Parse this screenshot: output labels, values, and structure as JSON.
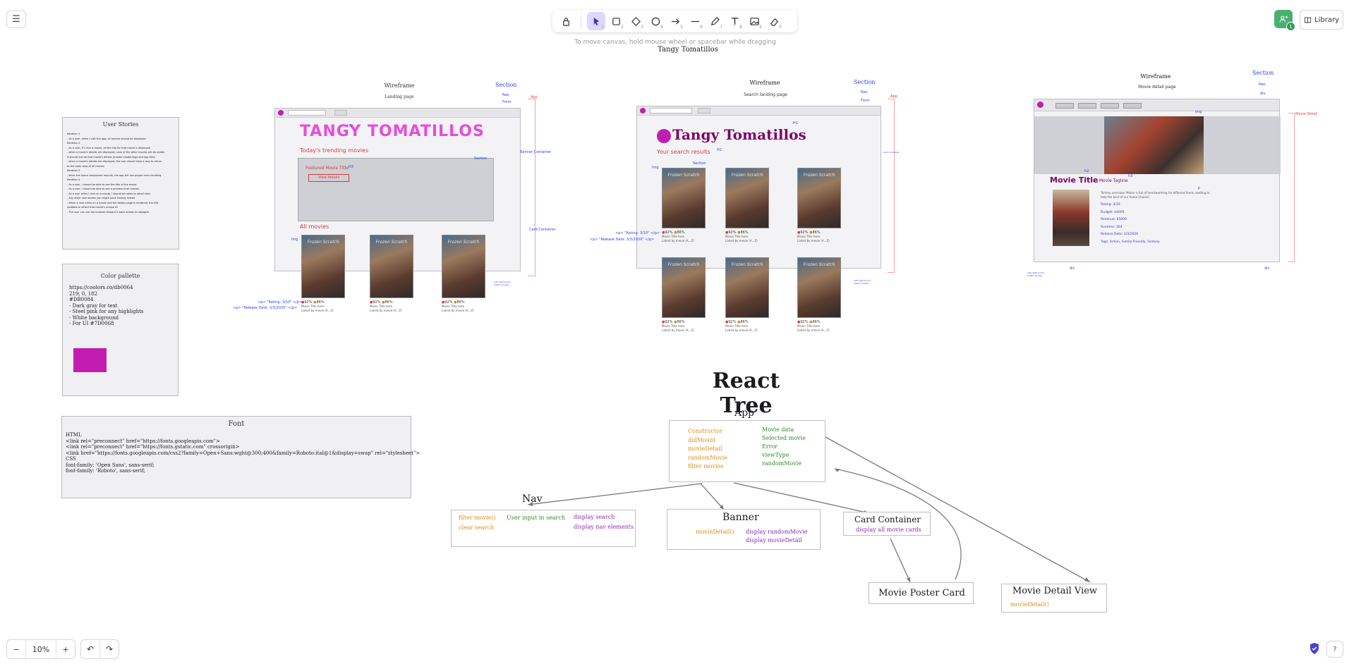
{
  "toolbar": {
    "tools": [
      {
        "icon": "lock-icon",
        "num": ""
      },
      {
        "icon": "selection-arrow-icon",
        "num": "1"
      },
      {
        "icon": "rectangle-icon",
        "num": "2"
      },
      {
        "icon": "diamond-icon",
        "num": "3"
      },
      {
        "icon": "ellipse-icon",
        "num": "4"
      },
      {
        "icon": "arrow-icon",
        "num": "5"
      },
      {
        "icon": "line-icon",
        "num": "6"
      },
      {
        "icon": "pencil-icon",
        "num": "7"
      },
      {
        "icon": "text-icon",
        "num": "8"
      },
      {
        "icon": "image-icon",
        "num": "9"
      },
      {
        "icon": "eraser-icon",
        "num": "0"
      }
    ],
    "hint": "To move canvas, hold mouse wheel or spacebar while dragging"
  },
  "header": {
    "library_label": "Library",
    "collaborators": "1"
  },
  "footer": {
    "zoom": "10%",
    "zoom_out": "−",
    "zoom_in": "+"
  },
  "canvas": {
    "board_title": "Tangy Tomatillos",
    "user_stories": {
      "title": "User Stories",
      "lines": [
        "Iteration 1",
        "- As a user, when I visit the app, all movies should be displayed",
        "Iteration 2",
        "- As a user, if I click a movie, all the info for that movie is displayed",
        "- when a movie's details are displayed, none of the other movies will be visible",
        "  it should just be that movie's details (maybe header/logo and app title)",
        "- when a movie's details are displayed, the user should have a way to return",
        "  to the main view of all movies",
        "Iteration 3",
        "- when the home component mounts, the app will use proper error handling",
        "Iteration 4",
        "- As a user, I should be able to see the title of the movie",
        "- As a user, I should be able to see a preview of all movies",
        "- As a user when I click on a movie, I should be taken to detail view",
        "- Any other user stories you might have already tested",
        "- When a user clicks on a movie and the details page is rendered, the URL",
        "  updates to reflect that movie's unique ID",
        "- The user can use the browser forward & back arrows to navigate"
      ]
    },
    "palette": {
      "title": "Color pallette",
      "lines": [
        "https://coolors.co/db0064",
        "219, 0, 182",
        "#DB0084",
        "",
        "- Dark gray for text",
        "- Steel pink for any highlights",
        "- White background",
        "- For UI #7D0068"
      ],
      "swatch_color": "#c21cb0"
    },
    "font": {
      "title": "Font",
      "lines": [
        "HTML",
        "<link rel=\"preconnect\" href=\"https://fonts.googleapis.com\">",
        "<link rel=\"preconnect\" href=\"https://fonts.gstatic.com\" crossorigin>",
        "<link href=\"https://fonts.googleapis.com/css2?family=Open+Sans:wght@300;400&family=Roboto:ital@1&display=swap\" rel=\"stylesheet\">",
        "",
        "CSS",
        "font-family: 'Open Sans', sans-serif;",
        "font-family: 'Roboto', sans-serif;"
      ]
    },
    "wf1": {
      "label": "Wireframe",
      "sub": "Landing page",
      "section": "Section",
      "nav": "Nav",
      "form": "Form",
      "app": "App",
      "brand": "TANGY TOMATILLOS",
      "trending": "Today's trending movies",
      "featured": "Featured Movie Title",
      "view_details": "View details",
      "all_movies": "All movies",
      "banner_container": "Banner Container",
      "card_container": "Card Container",
      "ptag1": "<p> \"Rating: 3/10\" </p>",
      "ptag2": "<p> \"Release Date: 3/3/2020\" </p>",
      "img": "Img",
      "h1": "H1",
      "h2": "H2",
      "h3": "H3",
      "card_note": "Left-right scroll / button arrows"
    },
    "wf2": {
      "label": "Wireframe",
      "sub": "Search landing page",
      "section": "Section",
      "nav": "Nav",
      "form": "Form",
      "app": "App",
      "brand": "Tangy Tomatillos",
      "results": "Your search results",
      "card_container": "Card Container",
      "ptag1": "<p> \"Rating: 3/10\" </p>",
      "ptag2": "<p> \"Release Date: 3/3/2020\" </p>",
      "img": "Img",
      "h1": "H1",
      "h2": "H2",
      "card_note": "Left-right scroll / button arrows"
    },
    "wf3": {
      "label": "Wireframe",
      "sub": "Movie detail page",
      "section": "Section",
      "nav": "Nav",
      "div": "div",
      "img": "img",
      "movie_detail": "Movie Detail",
      "movie_title": "Movie Title",
      "movie_tagline": "Movie Tagline",
      "h2": "h2",
      "h3": "h3",
      "p": "P",
      "details": [
        "Rating: 3/10",
        "Budget: $4000",
        "Revenue: $5000",
        "Runtime: 164",
        "Release Date: 3/3/2020",
        "Tags: Action, Family Friendly, Fantasy"
      ],
      "overview": "Tommy overview: Mulan is full of heartwarming for different foods, leading to help the best of our home (mulan)",
      "card_note": "Left-right scroll / button arrows"
    },
    "card": {
      "poster_title": "Frozen Scratch",
      "tomato": "92%",
      "popcorn": "86%",
      "title": "Movie Title here",
      "sub": "Latest by movie (A...Z)"
    },
    "react": {
      "title": "React Tree",
      "app": {
        "label": "App",
        "methods": [
          "Constructor",
          "didMount",
          "movieDetail",
          "randomMovie",
          "filter movies"
        ],
        "state": [
          "Movie data",
          "Selected movie",
          "Error",
          "viewType",
          "randomMovie"
        ]
      },
      "nav": {
        "label": "Nav",
        "methods": [
          "filter movie()",
          "clear search"
        ],
        "state": [
          "User input in search"
        ],
        "display": [
          "display search",
          "display nav elements"
        ]
      },
      "banner": {
        "label": "Banner",
        "methods": [
          "movieDetail()"
        ],
        "display": [
          "display randomMovie",
          "display movieDetail"
        ]
      },
      "card_container": {
        "label": "Card Container",
        "display": [
          "display all movie cards"
        ]
      },
      "poster_card": {
        "label": "Movie Poster Card"
      },
      "detail_view": {
        "label": "Movie Detail View",
        "methods": [
          "movieDetail()"
        ]
      }
    }
  }
}
